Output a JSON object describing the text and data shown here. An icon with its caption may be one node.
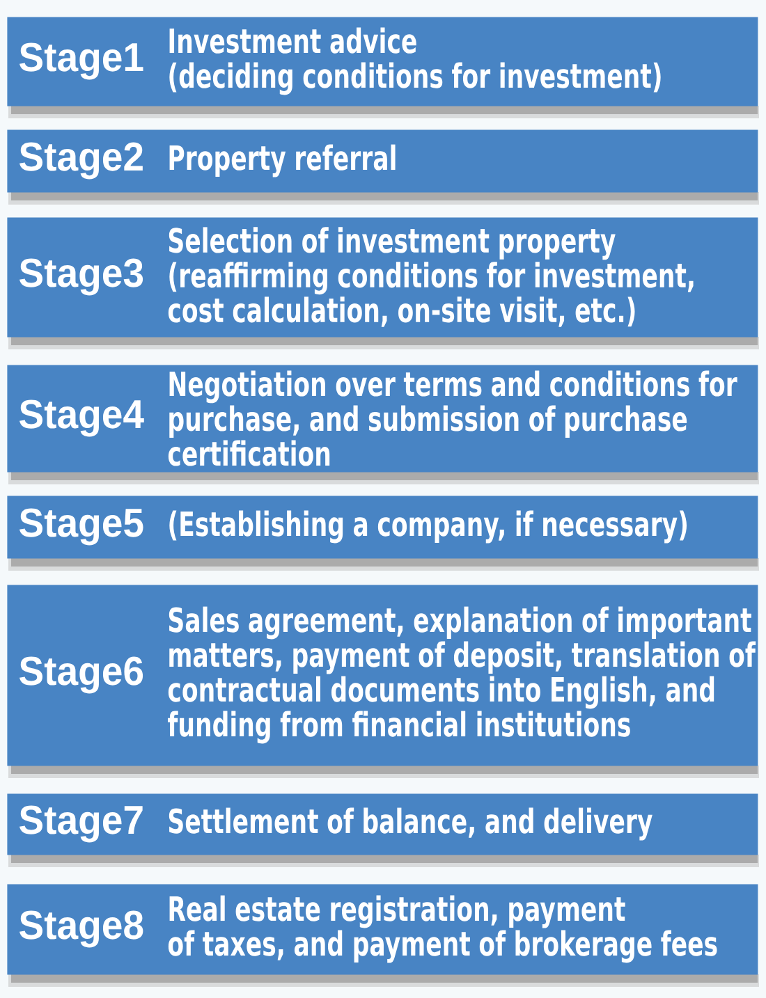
{
  "diagram": {
    "nodes": [
      {
        "text": [
          "Stage1",
          "Investment advice (deciding conditions for investment)"
        ]
      },
      {
        "text": [
          "Stage2",
          "Property referral"
        ]
      },
      {
        "text": [
          "Stage3",
          "Selection of investment property (reaffirming conditions for investment, cost calculation, on-site visit, etc.)"
        ]
      },
      {
        "text": [
          "Stage4",
          "Negotiation over terms and conditions for purchase, and submission of purchase certification"
        ]
      },
      {
        "text": [
          "Stage5",
          "(Establishing a company, if necessary)"
        ]
      },
      {
        "text": [
          "Stage6",
          "Sales agreement, explanation of important matters, payment of deposit, translation of contractual documents into English, and funding from financial institutions"
        ]
      },
      {
        "text": [
          "Stage7",
          "Settlement of balance, and delivery"
        ]
      },
      {
        "text": [
          "Stage8",
          "Real estate registration, payment of taxes, and payment of brokerage fees"
        ]
      }
    ]
  }
}
